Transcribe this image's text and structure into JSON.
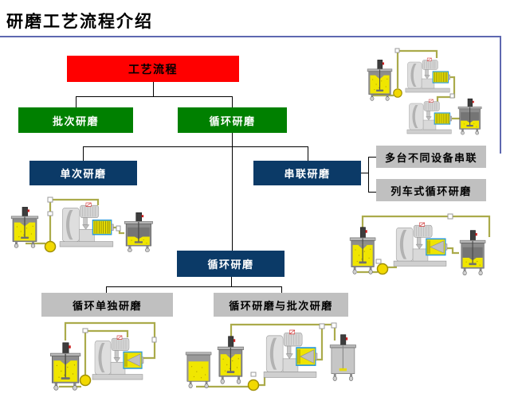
{
  "slide": {
    "title": "研磨工艺流程介绍"
  },
  "colors": {
    "red": "#FF0000",
    "green": "#008000",
    "navy": "#0B3A67",
    "gray": "#C0C0C0",
    "accent": "#5E68B0",
    "connector": "#000000",
    "pipe": "#ABAB4B",
    "liquid_yellow": "#F0E600",
    "chamber_blue": "#2F9AD6"
  },
  "flowchart": {
    "root": {
      "label": "工艺流程"
    },
    "branches": [
      {
        "label": "批次研磨"
      },
      {
        "label": "循环研磨"
      }
    ],
    "methods": [
      {
        "label": "单次研磨"
      },
      {
        "label": "串联研磨"
      }
    ],
    "series_variants": [
      {
        "label": "多台不同设备串联"
      },
      {
        "label": "列车式循环研磨"
      }
    ],
    "circulation": {
      "label": "循环研磨"
    },
    "circulation_variants": [
      {
        "label": "循环单独研磨"
      },
      {
        "label": "循环研磨与批次研磨"
      }
    ]
  },
  "illustrations": {
    "top_right": "two-mills-in-series-with-feed-and-receive-tanks",
    "mid_left": "tank-pump-mill-tank-single-pass",
    "mid_right": "tank-pump-mill-tank-circulation-loop",
    "bottom_left": "single-tank-circulation-mill-loop",
    "bottom_center": "two-tanks-pump-mill-receive-tank"
  }
}
